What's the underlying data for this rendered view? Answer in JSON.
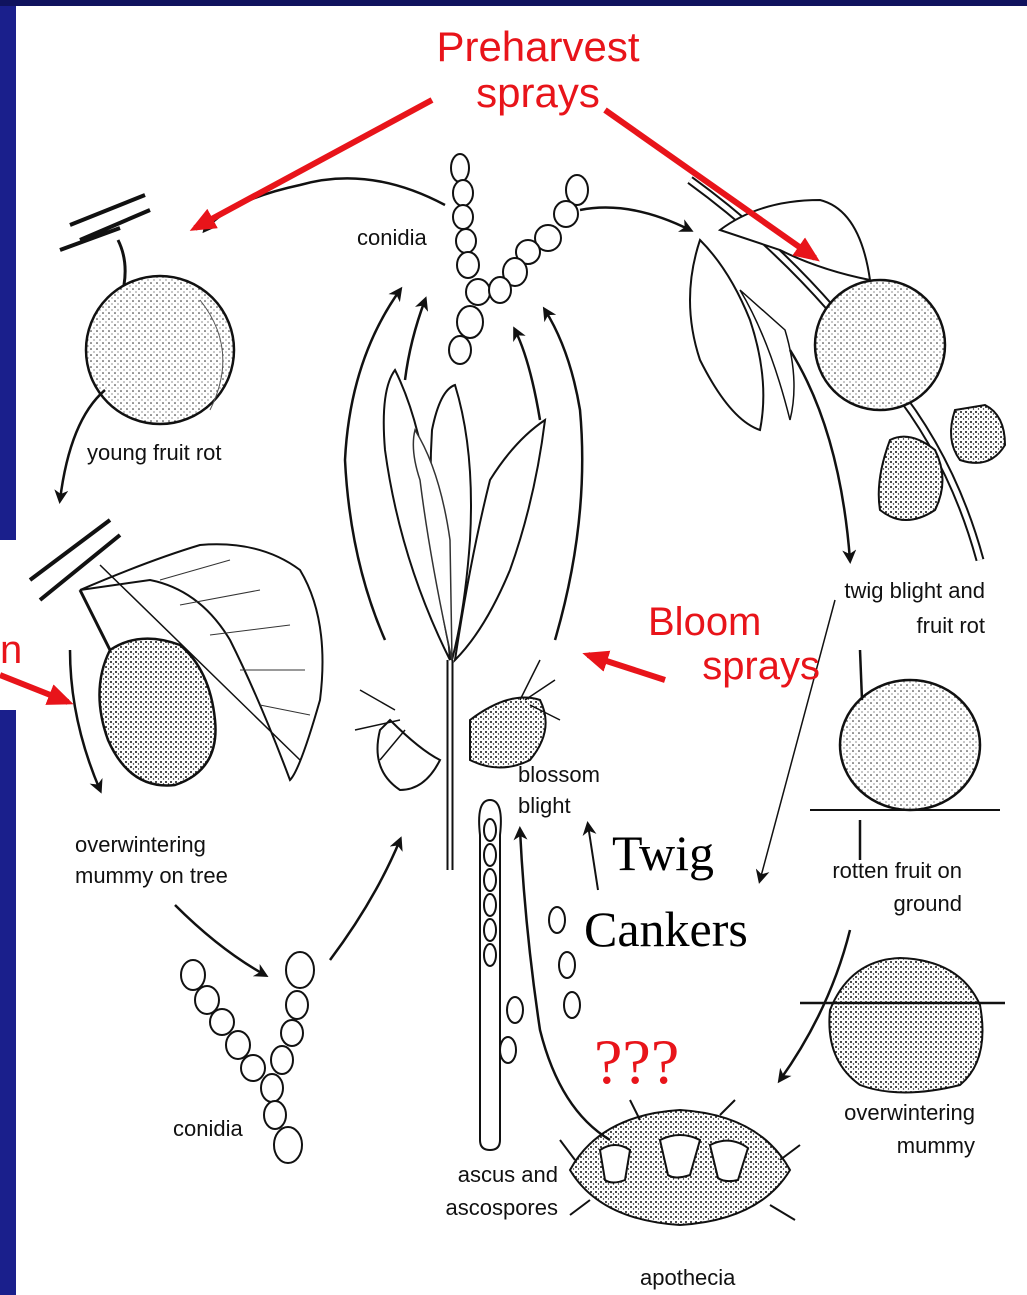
{
  "slide": {
    "background_color": "#1a1f8c",
    "accent_color": "#e8141a"
  },
  "labels": {
    "conidia_top": "conidia",
    "young_fruit_rot": "young fruit rot",
    "twig_blight_line1": "twig blight and",
    "twig_blight_line2": "fruit rot",
    "overwintering_tree_line1": "overwintering",
    "overwintering_tree_line2": "mummy on tree",
    "blossom_line1": "blossom",
    "blossom_line2": "blight",
    "rotten_fruit_line1": "rotten fruit on",
    "rotten_fruit_line2": "ground",
    "conidia_bottom": "conidia",
    "ascus_line1": "ascus and",
    "ascus_line2": "ascospores",
    "overwintering_mummy_line1": "overwintering",
    "overwintering_mummy_line2": "mummy",
    "apothecia": "apothecia"
  },
  "annotations": {
    "preharvest_line1": "Preharvest",
    "preharvest_line2": "sprays",
    "bloom_line1": "Bloom",
    "bloom_line2": "sprays",
    "left_partial": "n",
    "twig_line1": "Twig",
    "twig_line2": "Cankers",
    "question": "???"
  }
}
